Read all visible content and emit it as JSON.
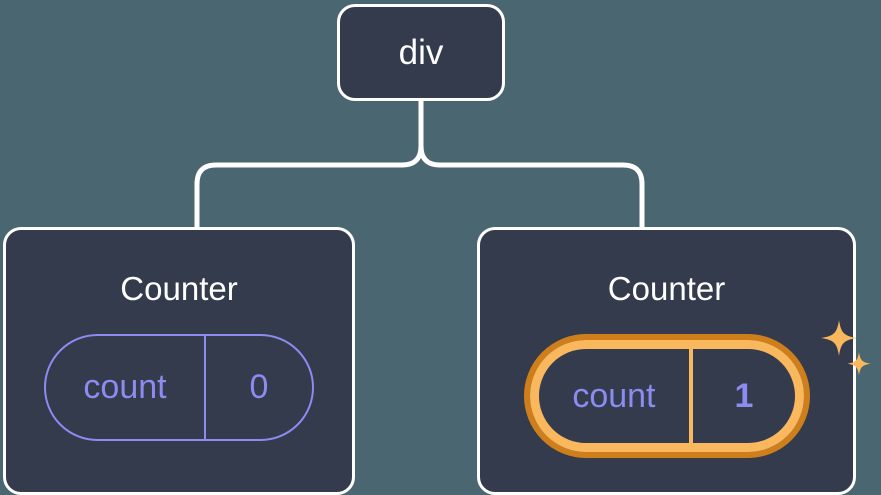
{
  "diagram": {
    "title": "React component tree with highlighted state",
    "background_color": "#4a6670",
    "node_fill_color": "#333b4d",
    "node_border_color": "#ffffff",
    "state_color": "#8b8bf0",
    "highlight_outer_color": "#cf7e1c",
    "highlight_inner_color": "#f9b75e",
    "connector_color": "#ffffff"
  },
  "root": {
    "label": "div"
  },
  "children": [
    {
      "label": "Counter",
      "state": {
        "key": "count",
        "value": "0",
        "highlighted": false
      }
    },
    {
      "label": "Counter",
      "state": {
        "key": "count",
        "value": "1",
        "highlighted": true
      },
      "sparkle_icons": [
        "sparkle-large",
        "sparkle-small"
      ]
    }
  ]
}
